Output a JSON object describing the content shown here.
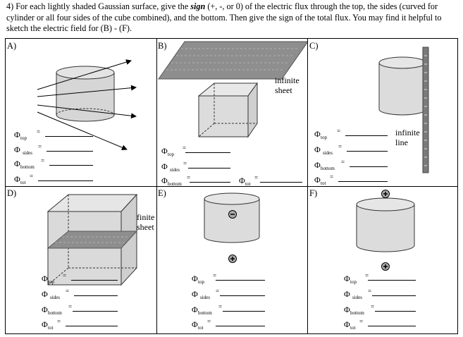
{
  "question": {
    "prefix": "4) For each lightly shaded Gaussian surface, give the ",
    "emphasis": "sign",
    "suffix": " (+, -, or 0) of the electric flux through the top, the sides (curved for cylinder or all four sides of the cube combined), and the bottom.  Then give the sign of the total flux.  You may find it helpful to sketch the electric field for (B) - (F)."
  },
  "panels": {
    "a": {
      "label": "A)"
    },
    "b": {
      "label": "B)",
      "sheet_label": [
        "infinite",
        "sheet"
      ]
    },
    "c": {
      "label": "C)",
      "line_label": [
        "infinite",
        "line"
      ]
    },
    "d": {
      "label": "D)",
      "sheet_label": [
        "finite",
        "sheet"
      ]
    },
    "e": {
      "label": "E)",
      "charges": [
        "−",
        "+"
      ]
    },
    "f": {
      "label": "F)",
      "charges": [
        "+",
        "+"
      ]
    }
  },
  "flux": {
    "phi": "Φ",
    "eq": "=",
    "top": "top",
    "sides": "sides",
    "bottom": "bottom",
    "tot": "tot"
  },
  "colors": {
    "shade": "#d4d4d4",
    "sheet": "#888888",
    "line_rod": "#777777"
  }
}
